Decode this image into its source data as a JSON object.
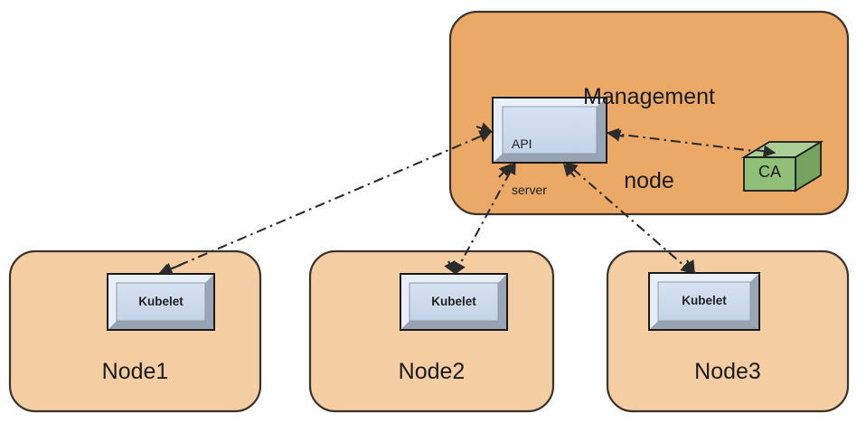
{
  "diagram": {
    "title": "Kubernetes API server, Kubelet and CA trust diagram",
    "colors": {
      "management_node_fill": "#eaa967",
      "worker_node_fill": "#f4cda3",
      "container_stroke": "#3b332c",
      "box_fill": "#ccd9ea",
      "box_bevel_light": "#e3ebf5",
      "box_bevel_dark": "#9aa6b5",
      "box_stroke": "#1a1a1a",
      "ca_top_fill": "#a9cf94",
      "ca_front_fill": "#8fbf78",
      "ca_side_fill": "#6f9f5c",
      "ca_stroke": "#1a1a1a",
      "connector_stroke": "#2b2b2b",
      "page_background": "#ffffff"
    },
    "management_node": {
      "label_line1": "Management",
      "label_line2": "node",
      "api_server": {
        "label_line1": "API",
        "label_line2": "server"
      },
      "ca": {
        "label": "CA"
      }
    },
    "worker_nodes": [
      {
        "name": "Node1",
        "component": "Kubelet"
      },
      {
        "name": "Node2",
        "component": "Kubelet"
      },
      {
        "name": "Node3",
        "component": "Kubelet"
      }
    ],
    "connectors": [
      {
        "from": "Kubelet (Node1)",
        "to": "API server",
        "style": "dash-dot",
        "arrows": "both"
      },
      {
        "from": "Kubelet (Node2)",
        "to": "API server",
        "style": "dash-dot",
        "arrows": "both"
      },
      {
        "from": "Kubelet (Node3)",
        "to": "API server",
        "style": "dash-dot",
        "arrows": "both"
      },
      {
        "from": "API server",
        "to": "CA",
        "style": "dash-dot",
        "arrows": "both"
      }
    ]
  }
}
